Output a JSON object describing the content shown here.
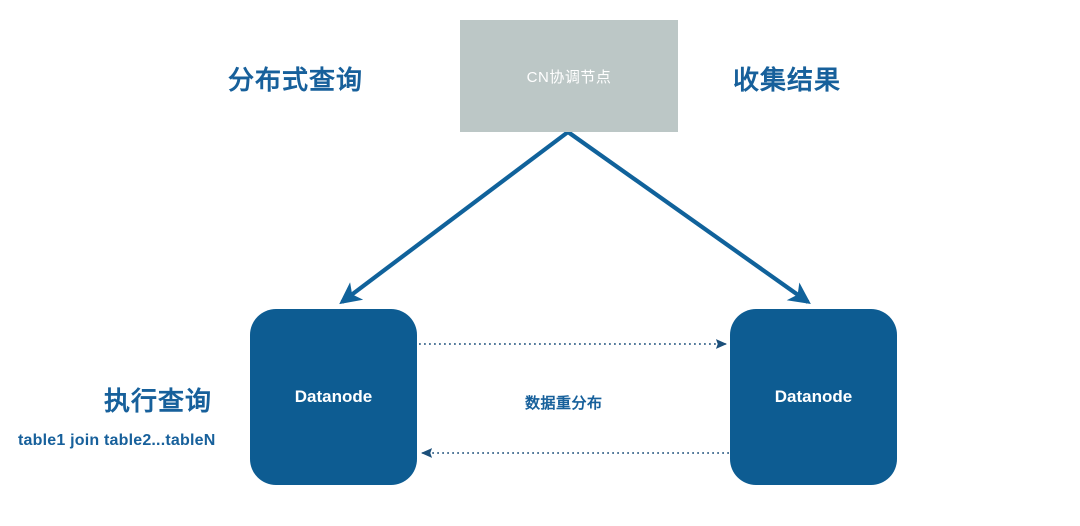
{
  "diagram": {
    "title_hidden": "",
    "background_color": "#ffffff",
    "accent_blue": "#0d5c92",
    "text_blue": "#17609b",
    "coordinator_gray": "#bcc7c6"
  },
  "nodes": {
    "coordinator": {
      "label": "CN协调节点",
      "shape": "rectangle",
      "fill": "#bcc7c6",
      "text_color": "#ffffff"
    },
    "datanode_left": {
      "label": "Datanode",
      "shape": "rounded-rectangle",
      "fill": "#0d5c92",
      "text_color": "#ffffff"
    },
    "datanode_right": {
      "label": "Datanode",
      "shape": "rounded-rectangle",
      "fill": "#0d5c92",
      "text_color": "#ffffff"
    }
  },
  "labels": {
    "distributed_query": "分布式查询",
    "collect_result": "收集结果",
    "execute_query": "执行查询",
    "sql_statement": "table1 join table2...tableN",
    "data_redistribute": "数据重分布"
  },
  "edges": [
    {
      "name": "coordinator-to-datanode-left",
      "from": "coordinator",
      "to": "datanode_left",
      "style": "solid",
      "arrow": "end",
      "color": "#10629b"
    },
    {
      "name": "coordinator-to-datanode-right",
      "from": "coordinator",
      "to": "datanode_right",
      "style": "solid",
      "arrow": "end",
      "color": "#10629b"
    },
    {
      "name": "datanode-left-to-right-dotted",
      "from": "datanode_left",
      "to": "datanode_right",
      "style": "dotted",
      "arrow": "end",
      "color": "#1b4f7a"
    },
    {
      "name": "datanode-right-to-left-dotted",
      "from": "datanode_right",
      "to": "datanode_left",
      "style": "dotted",
      "arrow": "end",
      "color": "#1b4f7a"
    }
  ]
}
